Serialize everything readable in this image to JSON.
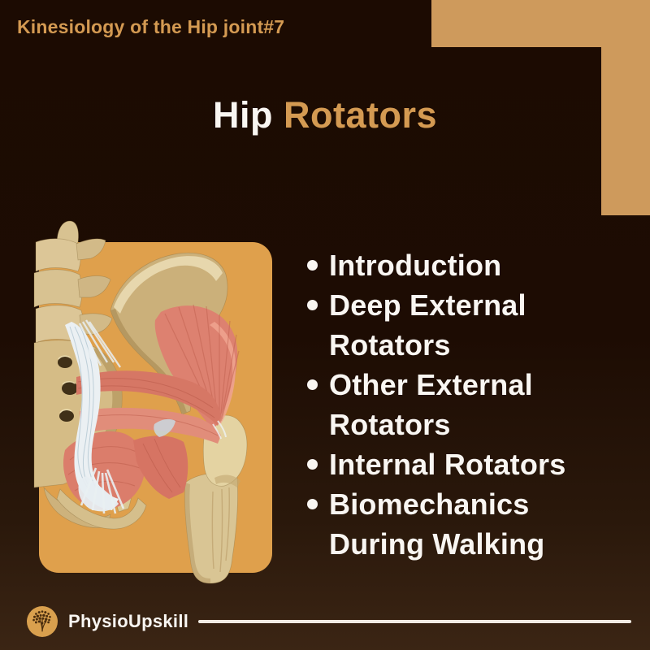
{
  "colors": {
    "bg-top": "#1C0B02",
    "bg-bottom": "#3B2514",
    "accent-gold": "#D49A52",
    "card-gold": "#DFA04C",
    "corner-gold": "#CE9A5C",
    "text-white": "#F9F6F2"
  },
  "header": {
    "series_title": "Kinesiology of the Hip joint#7"
  },
  "title": {
    "prefix": "Hip",
    "highlight": "Rotators"
  },
  "topics": {
    "bullet_icon": "dot",
    "items": [
      {
        "label": "Introduction"
      },
      {
        "label": "Deep External\nRotators"
      },
      {
        "label": "Other External\nRotators"
      },
      {
        "label": "Internal Rotators"
      },
      {
        "label": "Biomechanics\nDuring Walking"
      }
    ]
  },
  "footer": {
    "brand": "PhysioUpskill",
    "logo_icon": "tree-logo"
  }
}
